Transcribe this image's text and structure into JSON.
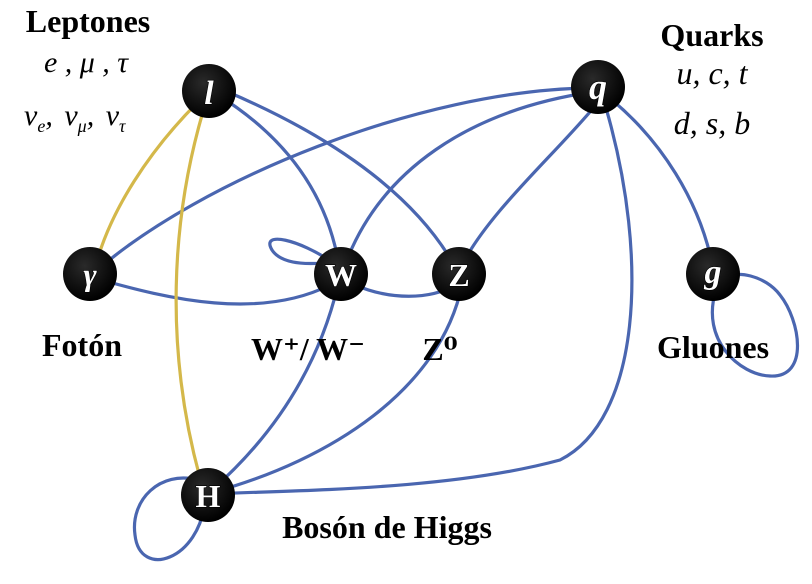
{
  "colors": {
    "interaction_blue": "#4a66b0",
    "interaction_yellow": "#d4b84a",
    "node_fill": "#000000",
    "node_shadow": "#888888"
  },
  "nodes": {
    "lepton": {
      "letter": "l"
    },
    "quark": {
      "letter": "q"
    },
    "photon": {
      "letter": "γ"
    },
    "w": {
      "letter": "W"
    },
    "z": {
      "letter": "Z"
    },
    "gluon": {
      "letter": "g"
    },
    "higgs": {
      "letter": "H"
    }
  },
  "labels": {
    "leptones_title": "Leptones",
    "leptones_row1": "e , μ , τ",
    "quarks_title": "Quarks",
    "quarks_row1": "u, c, t",
    "quarks_row2": "d, s, b",
    "foton": "Fotón",
    "w_label": "W⁺/ W⁻",
    "z_label": "Z⁰",
    "gluones": "Gluones",
    "higgs_label": "Bosón de Higgs"
  },
  "neutrinos": {
    "nu": "ν",
    "sub_e": "e",
    "sub_mu": "μ",
    "sub_tau": "τ",
    "sep": ","
  }
}
